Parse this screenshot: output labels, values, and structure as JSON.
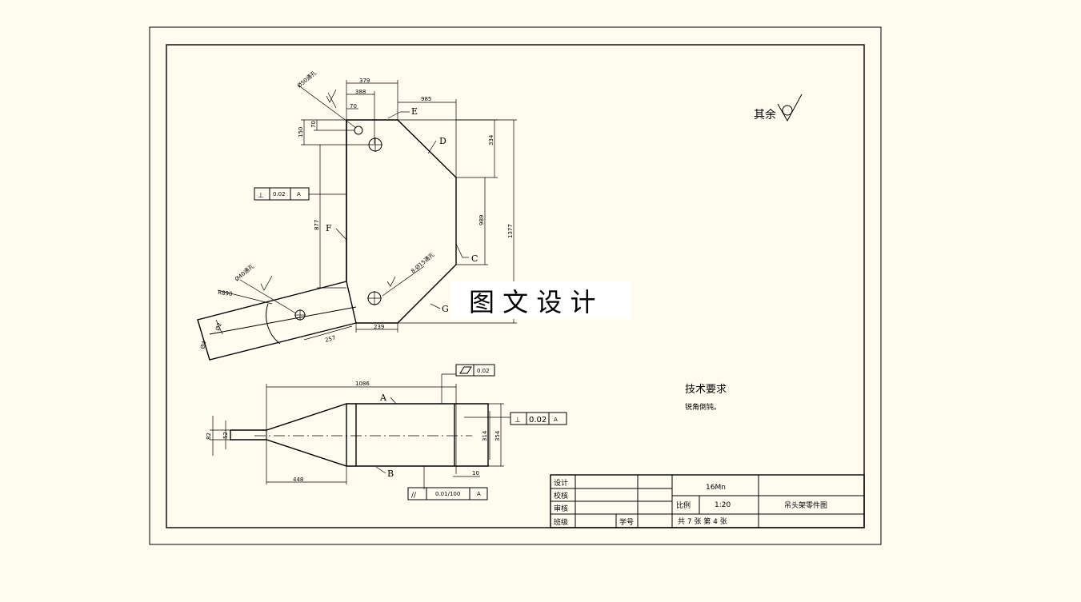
{
  "drawing": {
    "roughness": "其余",
    "watermark": "图 文 设 计",
    "tech_req": {
      "title": "技术要求",
      "note": "锐角倒钝。"
    },
    "points": [
      "E",
      "D",
      "C",
      "F",
      "G",
      "A",
      "B"
    ],
    "dims_top": [
      "379",
      "388",
      "70",
      "985",
      "150",
      "70",
      "334",
      "989",
      "1377",
      "877",
      "239",
      "257",
      "Ø2",
      "Ø4",
      "R890"
    ],
    "callouts_top": [
      "Ø50通孔",
      "Ø40通孔",
      "8-Ø15通孔"
    ],
    "dims_bottom": [
      "1086",
      "314",
      "354",
      "448",
      "10",
      "82",
      "52"
    ],
    "tol_perp_top": {
      "symbol": "⊥",
      "value": "0.02",
      "datum": "A"
    },
    "tol_flat": {
      "symbol": "▱",
      "value": "0.02"
    },
    "tol_perp_bottom": {
      "symbol": "⊥",
      "value": "0.02",
      "datum": "A"
    },
    "tol_parallel": {
      "symbol": "//",
      "value": "0.01/100",
      "datum": "A"
    }
  },
  "title_block": {
    "r_design": "设计",
    "r_check": "校核",
    "r_review": "审核",
    "r_class": "班级",
    "r_student_no": "学号",
    "material": "16Mn",
    "scale_label": "比例",
    "scale_value": "1:20",
    "drawing_name": "吊头架零件图",
    "sheet": "共 7 张 第 4 张"
  }
}
